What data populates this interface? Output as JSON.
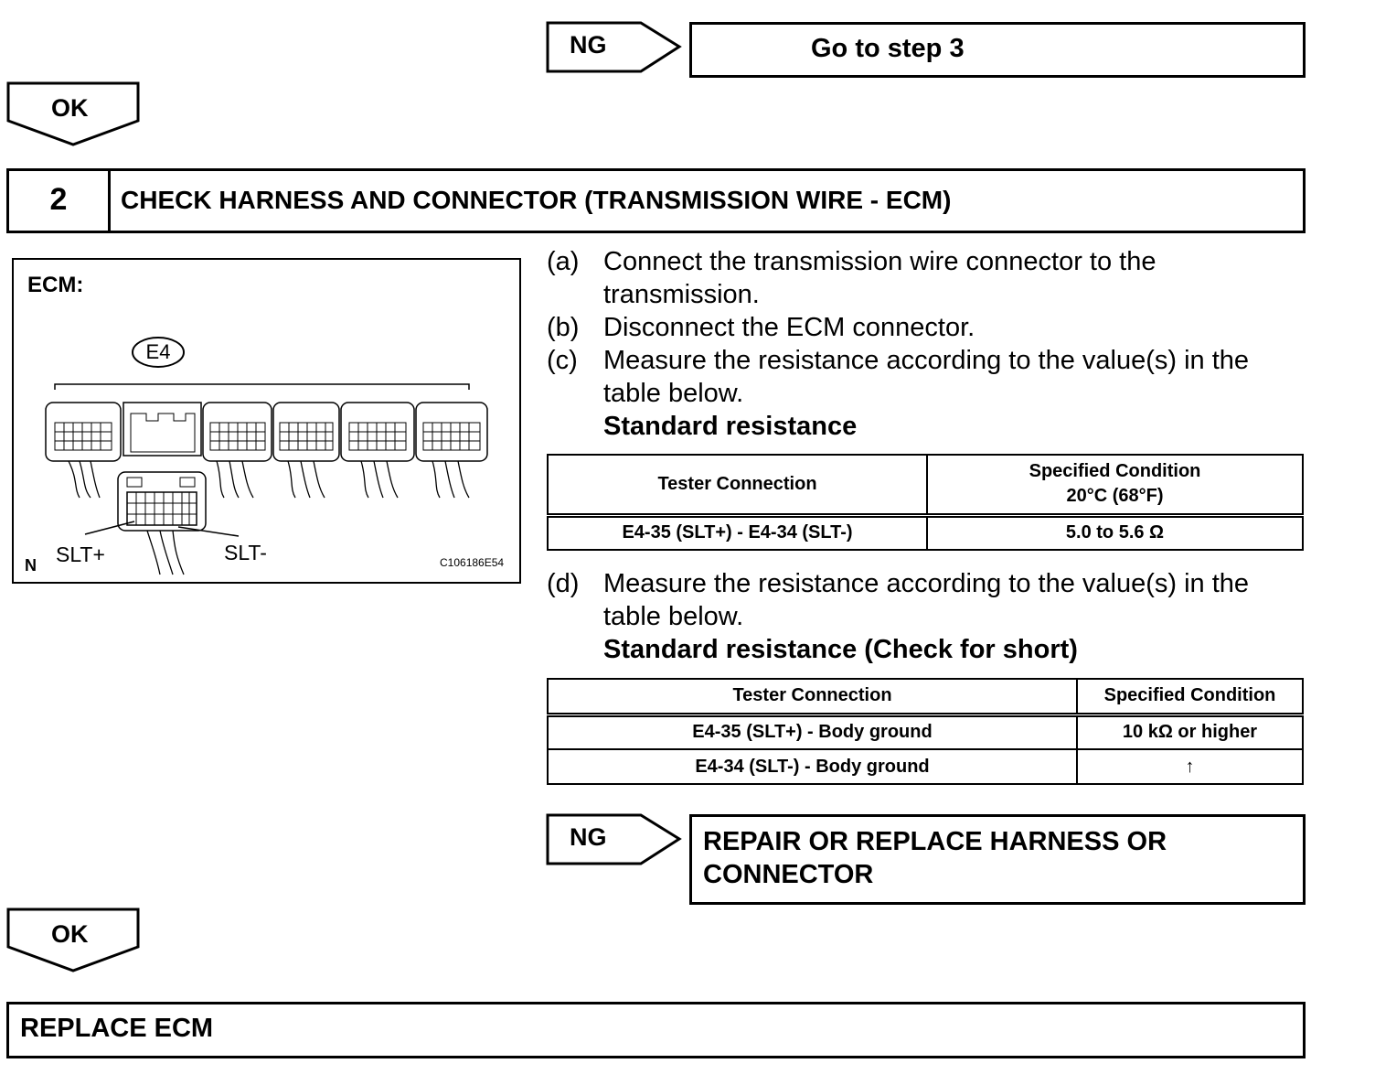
{
  "top_ng": {
    "badge": "NG",
    "action": "Go to step 3"
  },
  "ok1": {
    "label": "OK"
  },
  "step2": {
    "number": "2",
    "title": "CHECK HARNESS AND CONNECTOR (TRANSMISSION WIRE - ECM)"
  },
  "figure": {
    "title": "ECM:",
    "connector_id": "E4",
    "orientation": "N",
    "label_left": "SLT+",
    "label_right": "SLT-",
    "code": "C106186E54"
  },
  "instructions": [
    {
      "letter": "(a)",
      "line1": "Connect the transmission wire connector to the",
      "line2": "transmission."
    },
    {
      "letter": "(b)",
      "line1": "Disconnect the ECM connector."
    },
    {
      "letter": "(c)",
      "line1": "Measure the resistance according to the value(s) in the",
      "line2": "table below."
    },
    {
      "letter": "(d)",
      "line1": "Measure the resistance according to the value(s) in the",
      "line2": "table below."
    }
  ],
  "table1": {
    "heading": "Standard resistance",
    "col1": "Tester Connection",
    "col2_line1": "Specified Condition",
    "col2_line2": "20°C (68°F)",
    "rows": [
      {
        "connection": "E4-35 (SLT+) - E4-34 (SLT-)",
        "condition": "5.0 to 5.6 Ω"
      }
    ]
  },
  "table2": {
    "heading": "Standard resistance (Check for short)",
    "col1": "Tester Connection",
    "col2": "Specified Condition",
    "rows": [
      {
        "connection": "E4-35 (SLT+) - Body ground",
        "condition": "10 kΩ or higher"
      },
      {
        "connection": "E4-34 (SLT-) - Body ground",
        "condition": "↑"
      }
    ]
  },
  "bottom_ng": {
    "badge": "NG",
    "action_line1": "REPAIR OR REPLACE HARNESS OR",
    "action_line2": "CONNECTOR"
  },
  "ok2": {
    "label": "OK"
  },
  "final_step": {
    "label": "REPLACE ECM"
  }
}
